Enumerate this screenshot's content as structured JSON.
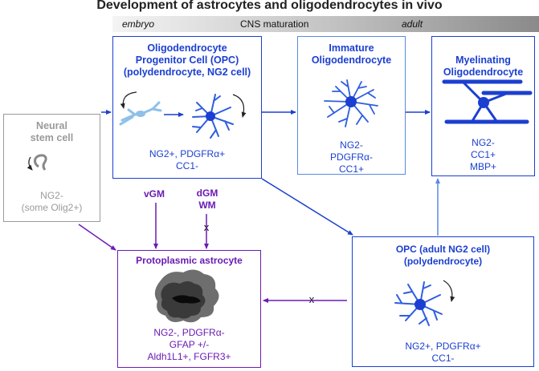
{
  "title": "Development of astrocytes and oligodendrocytes in vivo",
  "timeline": {
    "embryo": "embryo",
    "cns": "CNS maturation",
    "adult": "adult"
  },
  "neural_stem": {
    "title": "Neural\nstem cell",
    "markers": "NG2-\n(some Olig2+)"
  },
  "opc_box": {
    "title": "Oligodendrocyte\nProgenitor Cell (OPC)\n(polydendrocyte, NG2 cell)",
    "markers": "NG2+, PDGFRα+\nCC1-"
  },
  "immature_box": {
    "title": "Immature\nOligodendrocyte",
    "markers": "NG2-\nPDGFRα-\nCC1+"
  },
  "myelin_box": {
    "title": "Myelinating\nOligodendrocyte",
    "markers": "NG2-\nCC1+\nMBP+"
  },
  "astro_box": {
    "title": "Protoplasmic astrocyte",
    "markers": "NG2-, PDGFRα-\nGFAP +/-\nAldh1L1+, FGFR3+"
  },
  "adult_opc_box": {
    "title": "OPC (adult NG2 cell)\n(polydendrocyte)",
    "markers": "NG2+, PDGFRα+\nCC1-"
  },
  "labels": {
    "vgm": "vGM",
    "dgm_wm": "dGM\nWM",
    "x1": "x",
    "x2": "x"
  },
  "colors": {
    "blue": "#1b3fd0",
    "light_blue": "#8fc0ea",
    "purple": "#6a1bb3",
    "grey": "#9a9a9a"
  }
}
